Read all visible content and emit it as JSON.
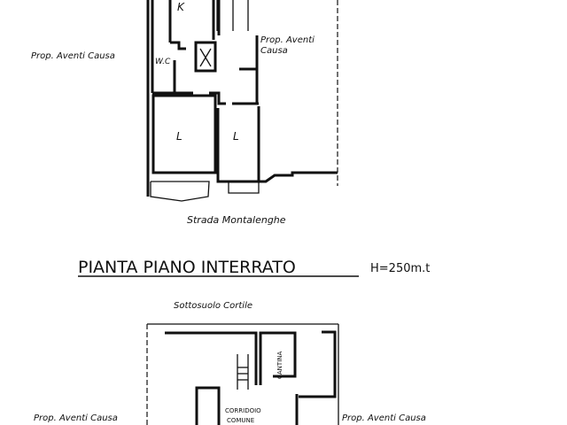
{
  "upper_plan": {
    "rooms": {
      "kitchen": "K",
      "wc": "W.C",
      "living_left": "L",
      "living_right": "L"
    },
    "neighbor_left": "Prop. Aventi Causa",
    "neighbor_right_line1": "Prop. Aventi",
    "neighbor_right_line2": "Causa",
    "street": "Strada Montalenghe"
  },
  "section_title": "PIANTA PIANO INTERRATO",
  "height_note": "H=250m.t",
  "lower_plan": {
    "courtyard": "Sottosuolo Cortile",
    "cellar": "CANTINA",
    "corridor_line1": "CORRIDOIO",
    "corridor_line2": "COMUNE",
    "neighbor_left": "Prop. Aventi Causa",
    "neighbor_right": "Prop. Aventi Causa"
  }
}
